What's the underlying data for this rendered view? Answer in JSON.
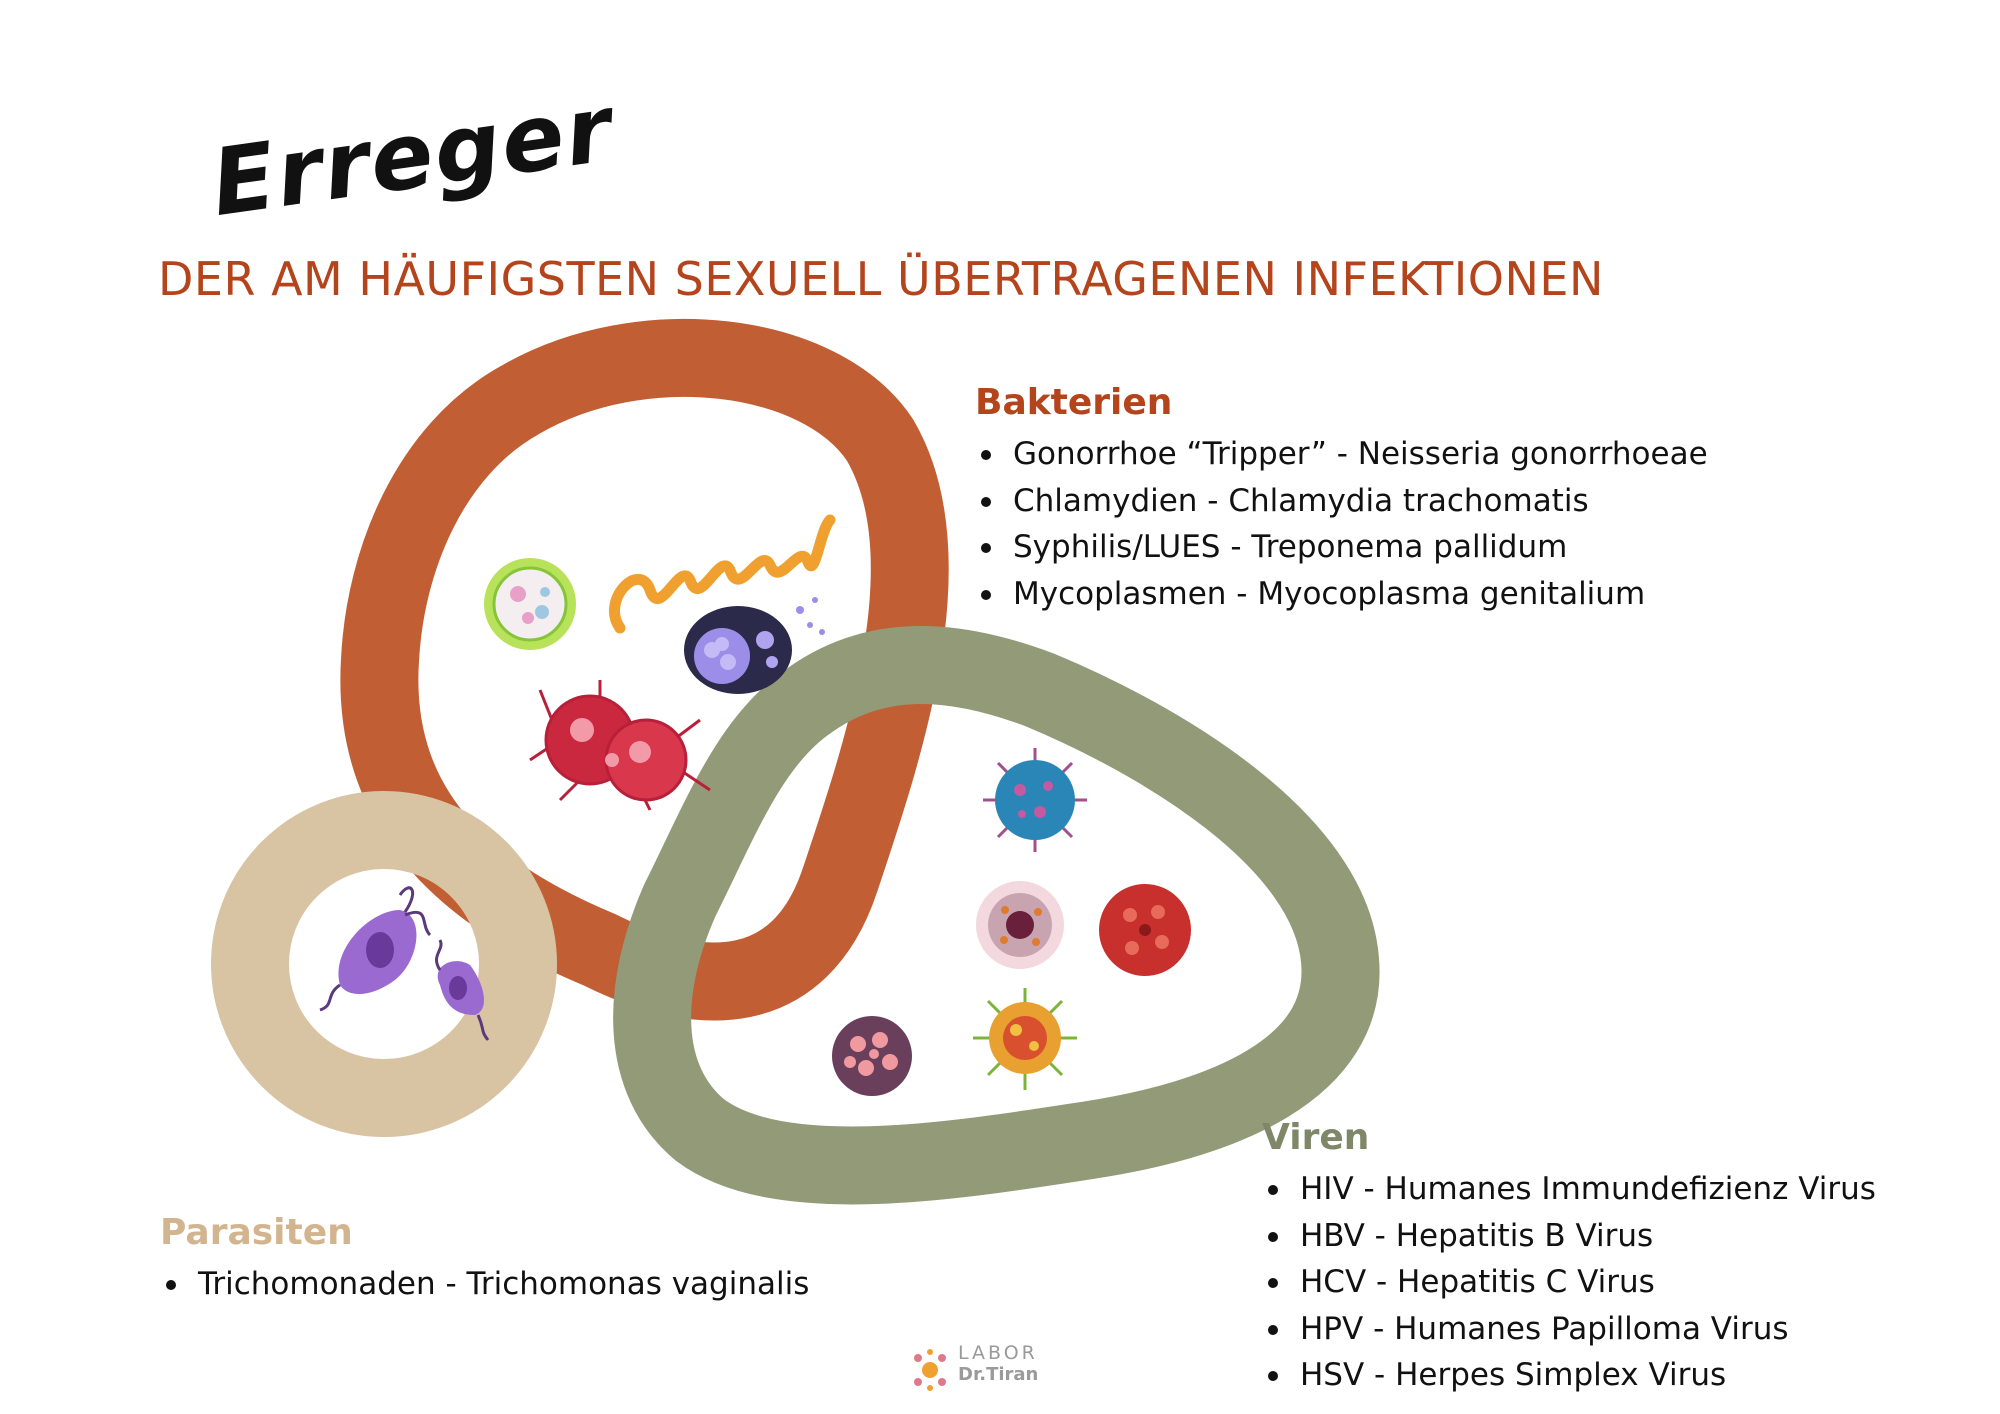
{
  "header": {
    "script_title": "Erreger",
    "subtitle": "DER AM HÄUFIGSTEN SEXUELL ÜBERTRAGENEN INFEKTIONEN"
  },
  "colors": {
    "bacteria_ring": "#c15e34",
    "viruses_ring": "#939a78",
    "parasites_ring": "#d8c4a3",
    "subtitle": "#b4441c"
  },
  "bakterien": {
    "heading": "Bakterien",
    "items": [
      "Gonorrhoe “Tripper” - Neisseria gonorrhoeae",
      "Chlamydien - Chlamydia trachomatis",
      "Syphilis/LUES - Treponema pallidum",
      "Mycoplasmen - Myocoplasma genitalium"
    ]
  },
  "viren": {
    "heading": "Viren",
    "items": [
      "HIV - Humanes Immundefizienz Virus",
      "HBV - Hepatitis B Virus",
      "HCV - Hepatitis C Virus",
      "HPV - Humanes Papilloma Virus",
      "HSV - Herpes Simplex Virus"
    ]
  },
  "parasiten": {
    "heading": "Parasiten",
    "items": [
      "Trichomonaden - Trichomonas vaginalis"
    ]
  },
  "logo": {
    "line1": "LABOR",
    "line2": "Dr.Tiran"
  }
}
